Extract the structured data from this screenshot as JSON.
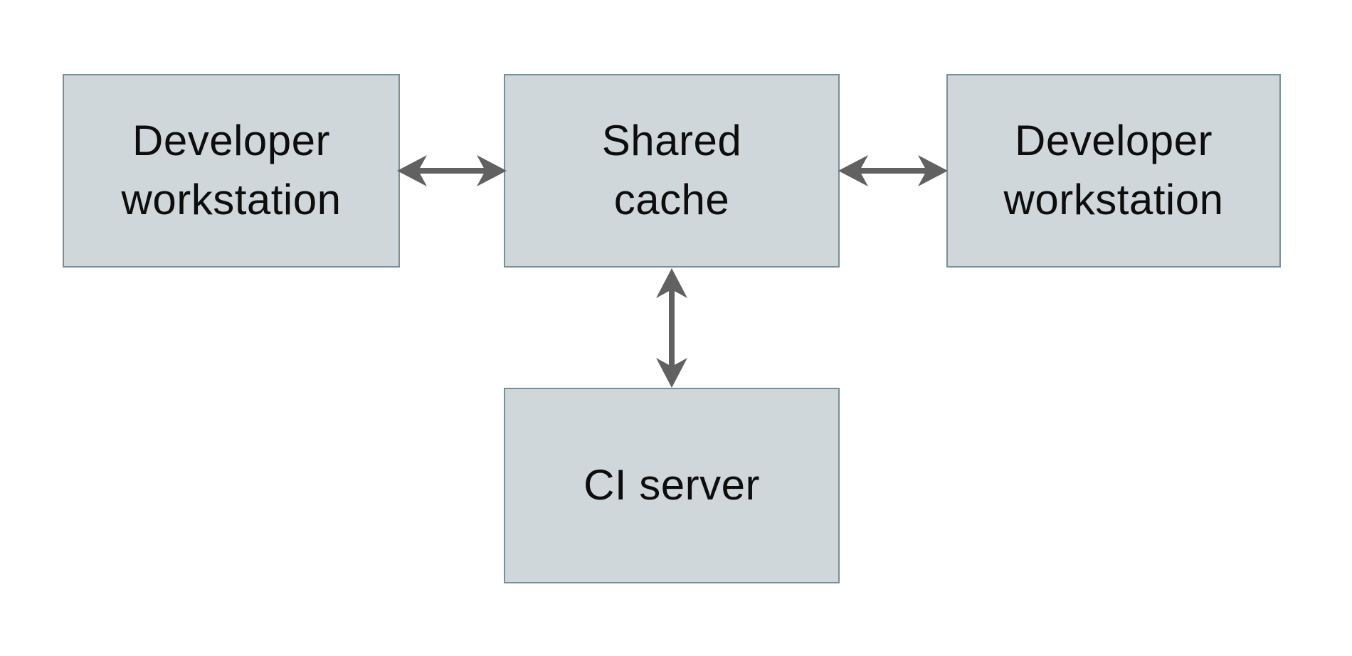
{
  "diagram": {
    "colors": {
      "background": "#ffffff",
      "node_fill": "#cfd7da",
      "node_border": "#7a8e99",
      "arrow": "#616161",
      "label_text": "#0d0d0d"
    },
    "nodes": {
      "dev_left": {
        "label": "Developer\nworkstation"
      },
      "shared_cache": {
        "label": "Shared\ncache"
      },
      "dev_right": {
        "label": "Developer\nworkstation"
      },
      "ci_server": {
        "label": "CI server"
      }
    },
    "edges": [
      {
        "from": "Developer workstation (left)",
        "to": "Shared cache",
        "style": "double-headed-arrow"
      },
      {
        "from": "Shared cache",
        "to": "Developer workstation (right)",
        "style": "double-headed-arrow"
      },
      {
        "from": "Shared cache",
        "to": "CI server",
        "style": "double-headed-arrow"
      }
    ]
  }
}
